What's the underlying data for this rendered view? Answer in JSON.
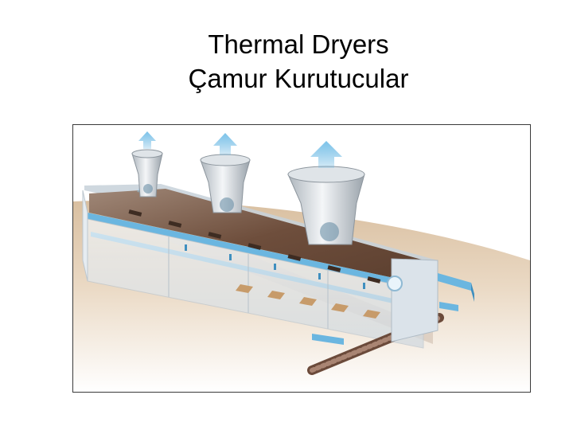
{
  "slide": {
    "title_line1": "Thermal Dryers",
    "title_line2": "Çamur Kurutucular"
  },
  "figure": {
    "subject": "belt thermal sludge dryer cutaway illustration",
    "colors": {
      "floor": "#e2cdb2",
      "belt": "#6e4e3c",
      "casing": "#e8edf2",
      "air_flow": "#5fb1df",
      "frame": "#3a3a3a"
    }
  }
}
